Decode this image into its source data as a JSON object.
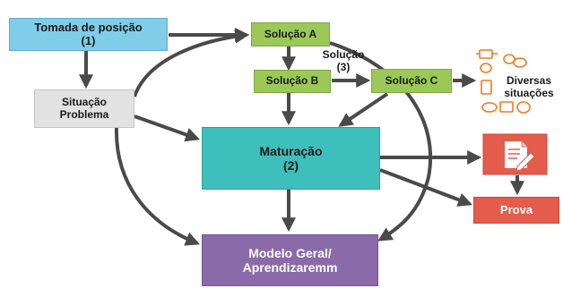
{
  "nodes": {
    "tomada_line1": "Tomada de posição",
    "tomada_line2": "(1)",
    "situacao_line1": "Situação",
    "situacao_line2": "Problema",
    "solucao_a": "Solução A",
    "solucao_b": "Solução B",
    "solucao_c": "Solução C",
    "solucao_note_line1": "Solução",
    "solucao_note_line2": "(3)",
    "maturacao_line1": "Maturação",
    "maturacao_line2": "(2)",
    "modelo_line1": "Modelo Geral/",
    "modelo_line2": "Aprendizaremm",
    "prova": "Prova",
    "diversas_line1": "Diversas",
    "diversas_line2": "situações"
  },
  "colors": {
    "blue": "#7fcde8",
    "gray": "#e2e2e2",
    "green": "#9bc857",
    "teal": "#3fbfbb",
    "purple": "#8b6aaa",
    "red": "#e35c4c",
    "arrow": "#4a4a4a",
    "orange_icon": "#f07b1f"
  },
  "icons": [
    "document-edit-icon",
    "shapes-cluster-icon"
  ]
}
